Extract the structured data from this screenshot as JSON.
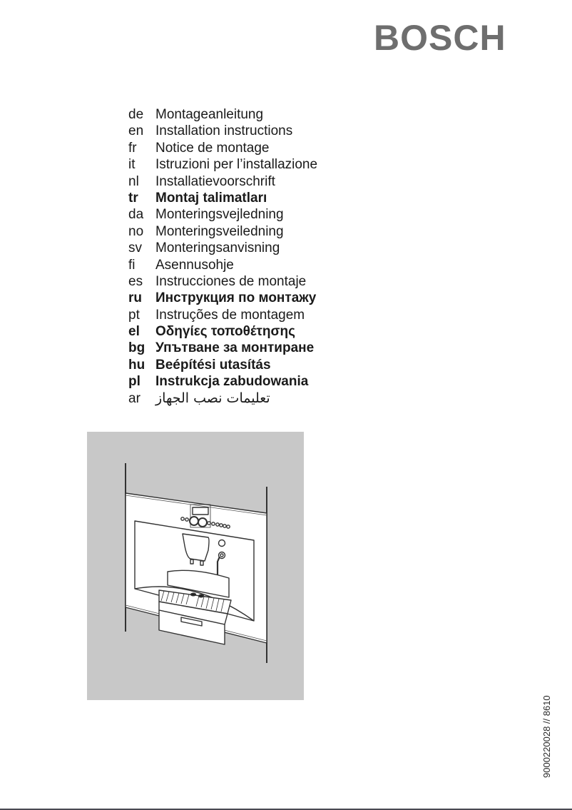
{
  "header": {
    "brand": "BOSCH"
  },
  "languages": [
    {
      "code": "de",
      "title": "Montageanleitung",
      "bold": false
    },
    {
      "code": "en",
      "title": "Installation instructions",
      "bold": false
    },
    {
      "code": "fr",
      "title": "Notice de montage",
      "bold": false
    },
    {
      "code": "it",
      "title": "Istruzioni per l’installazione",
      "bold": false
    },
    {
      "code": "nl",
      "title": "Installatievoorschrift",
      "bold": false
    },
    {
      "code": "tr",
      "title": "Montaj talimatları",
      "bold": true
    },
    {
      "code": "da",
      "title": "Monteringsvejledning",
      "bold": false
    },
    {
      "code": "no",
      "title": "Monteringsveiledning",
      "bold": false
    },
    {
      "code": "sv",
      "title": "Monteringsanvisning",
      "bold": false
    },
    {
      "code": "fi",
      "title": "Asennusohje",
      "bold": false
    },
    {
      "code": "es",
      "title": "Instrucciones de montaje",
      "bold": false
    },
    {
      "code": "ru",
      "title": "Инструкция по монтажу",
      "bold": true
    },
    {
      "code": "pt",
      "title": "Instruções de montagem",
      "bold": false
    },
    {
      "code": "el",
      "title": "Οδηγίες τοποθέτησης",
      "bold": true
    },
    {
      "code": "bg",
      "title": "Упътване за монтиране",
      "bold": true
    },
    {
      "code": "hu",
      "title": "Beépítési utasítás",
      "bold": true
    },
    {
      "code": "pl",
      "title": "Instrukcja zabudowania",
      "bold": true
    },
    {
      "code": "ar",
      "title": "تعليمات نصب الجهاز",
      "bold": false,
      "rtl": true
    }
  ],
  "illustration": {
    "subject": "built-in-coffee-machine-in-cabinet",
    "background_color": "#c8c8c8"
  },
  "footer": {
    "document_number": "9000220028 // 8610"
  }
}
